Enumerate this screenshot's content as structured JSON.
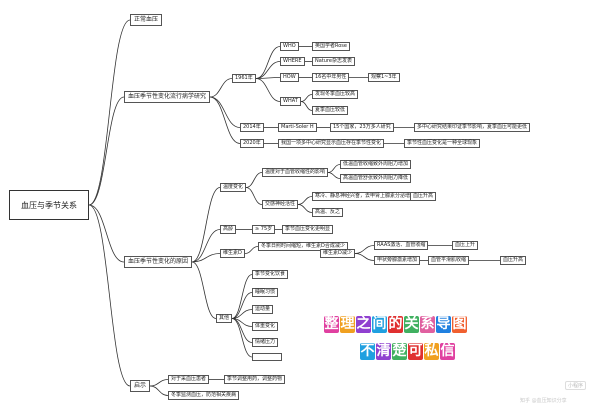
{
  "root": "血压与季节关系",
  "branches": {
    "normal": "正常血压",
    "epi": "血压季节性变化流行病学研究",
    "reason": "血压季节性变化的原因",
    "clinical": "启示"
  },
  "epi": {
    "y1961": "1961年",
    "who": "WHO",
    "who_val": "英国学者Rose",
    "where": "WHERE",
    "where_val": "Nature杂志发表",
    "how": "HOW",
    "how_val": "16名中年男性",
    "how_val2": "观察1~3年",
    "what": "WHAT",
    "what_val1": "发现冬季血压较高",
    "what_val2": "夏季血压较低",
    "y2014": "2014年",
    "marti": "Marti-Soler H",
    "marti_val": "15个国家，23万多人研究",
    "marti_val2": "多中心研究结果印证季节影响，夏季血压可能更低",
    "y2020": "2020年",
    "y2020_val": "我国一项多中心研究显示血压存在季节性变化",
    "y2020_val2": "季节性血压变化是一种全球现象"
  },
  "reason": {
    "temp": "温度变化",
    "temp_a": "温度对于血管收缩性的影响",
    "temp_a1": "低温血管收缩致外周阻力增加",
    "temp_a2": "高温血管舒张致外周阻力降低",
    "temp_b": "交感神经活性",
    "temp_b1": "寒冷、静息神经兴奋，去甲肾上腺素分泌增加",
    "temp_b1x": "血压升高",
    "temp_b2": "高温、反之",
    "age": "高龄",
    "age_a": "≥ 75岁",
    "age_a1": "季节血压变化更明显",
    "vitd": "维生素D",
    "vitd_a": "冬季日照时间缩短，维生素D合成减少",
    "vitd_a1": "维生素D减少",
    "vitd_a2": "RAAS激活、血管收缩",
    "vitd_a3": "血压上升",
    "vitd_b": "甲状旁腺激素增加",
    "vitd_b1": "血管平滑肌收缩",
    "vitd_b2": "血压升高",
    "life": "其他",
    "life_items": [
      "季节变化饮食",
      "睡眠习惯",
      "运动量",
      "体重变化",
      "情绪压力",
      ""
    ]
  },
  "clinical": {
    "c1": "对于采血压患者",
    "c1a": "季节调整用药，调整药物",
    "c2": "冬季监测血压，防范相关疾病"
  },
  "watermark": {
    "line1": [
      "整",
      "理",
      "之",
      "间",
      "的",
      "关",
      "系",
      "导",
      "图"
    ],
    "line1_colors": [
      "#e040a0",
      "#f0a020",
      "#9040d0",
      "#20a0e0",
      "#e03030",
      "#40b060",
      "#e060a0",
      "#2080e0",
      "#f06030"
    ],
    "line2": [
      "不",
      "清",
      "楚",
      "可",
      "私",
      "信"
    ],
    "line2_colors": [
      "#20a0e0",
      "#9040d0",
      "#40b060",
      "#e03030",
      "#f0a020",
      "#e040a0"
    ],
    "footer": "知乎 @血压知识分享",
    "corner": "小程序"
  }
}
